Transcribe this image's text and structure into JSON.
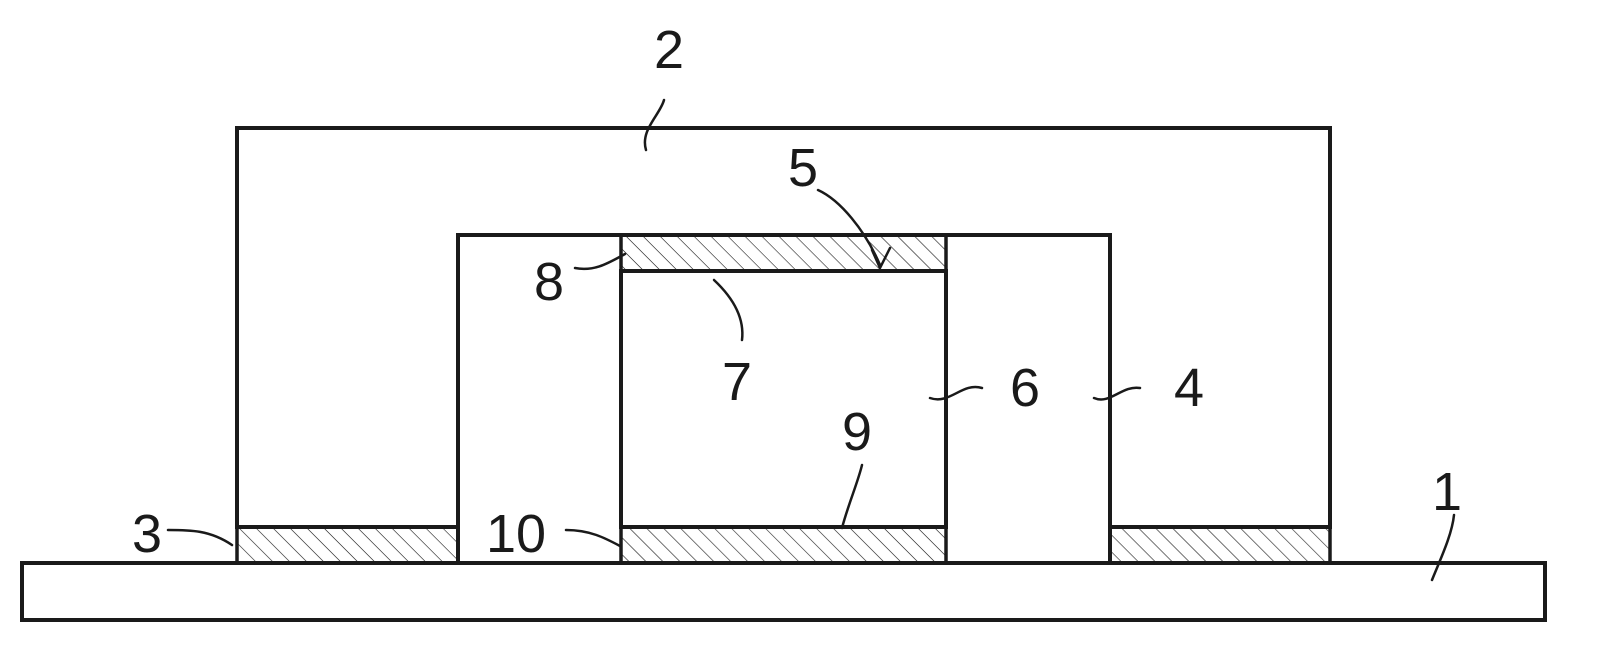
{
  "labels": {
    "substrate": "1",
    "outer_cap": "2",
    "outer_bond_layer": "3",
    "inner_cap": "4",
    "top_layer": "5",
    "chip": "6",
    "chip_top_surface": "7",
    "top_bond_layer": "8",
    "chip_bottom_surface": "9",
    "bottom_bond_layer": "10"
  },
  "colors": {
    "line": "#1a1a1a",
    "fill": "#ffffff"
  }
}
